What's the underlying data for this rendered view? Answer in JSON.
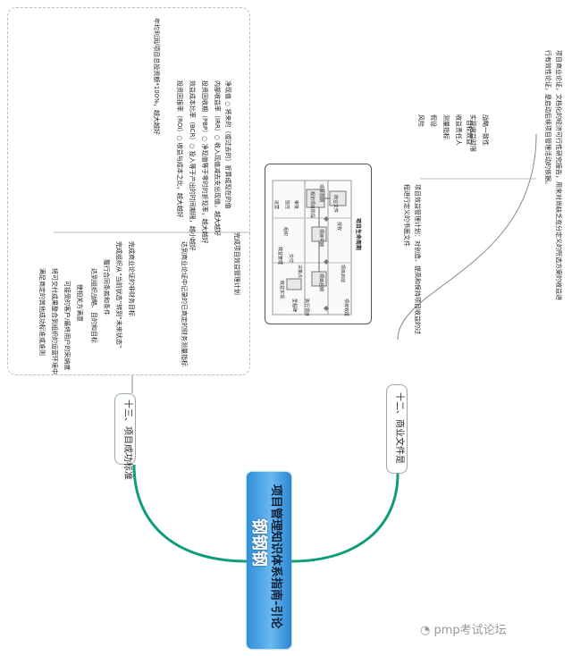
{
  "center": {
    "title": "项目管理知识体系指南-引论",
    "logo": "钢钢钢"
  },
  "branches": {
    "left": {
      "label": "十三、项目成功标准"
    },
    "right": {
      "label": "十二、商业文件是"
    }
  },
  "right": {
    "top_paragraph": [
      "项目商业论证，文档化的经济可行性研究报告，用来对尚缺乏充分定义的所选方案的收益进",
      "行有效性论证，是启动后续项目管理活动的依据。"
    ],
    "items": [
      "目标效益",
      "战略一致性",
      "实现收益时限",
      "收益责任人",
      "测量指标",
      "假设",
      "风险"
    ],
    "plan_text": [
      "项目效益管理计划：对创造、提高和保持项目收益的过",
      "程进行定义的书面文件"
    ]
  },
  "figure": {
    "title": "项目生命周期",
    "labels": [
      "项目前期",
      "项目中期",
      "项目后期",
      "商业文件",
      "规划项目阶段",
      "授权",
      "收益实现",
      "决策点",
      "项目启动",
      "里程碑",
      "执行项目",
      "项目收尾",
      "组织",
      "效益管理",
      "交付",
      "审批",
      "运营",
      "监控"
    ]
  },
  "left": {
    "header": "完成项目效益管理计划",
    "financial": {
      "heading": "达到商业论证中记录的已商定的财务测量指标",
      "items": [
        "净现值 ○ 将来的（或过去的）折算成现在的值",
        "内部收益率（IRR）○ 收入现值减去支出现值，越大越好",
        "投资回收期（PBP）○ 净现值等于零时的折现率，越大越好",
        "效益成本比率（BCR）○ 投入等于产出的时间期限，越小越好",
        "投资回报率（ROI）○ 收益与成本之比，越大越好",
        "年均利润/项目总投资额*100%，越大越好"
      ]
    },
    "criteria": [
      "完成商业论证的非财务目标",
      "完成组织从“当前状态”转到“未来状态”",
      "履行合同条款和条件",
      "达到组织战略、目的和目标",
      "使相关方满意",
      "可接受的客户/最终用户的采纳度",
      "将可交付成果整合到组织的运营环境中",
      "满足商定的其他成功标准或准则"
    ]
  },
  "watermark": "pmp考试论坛"
}
